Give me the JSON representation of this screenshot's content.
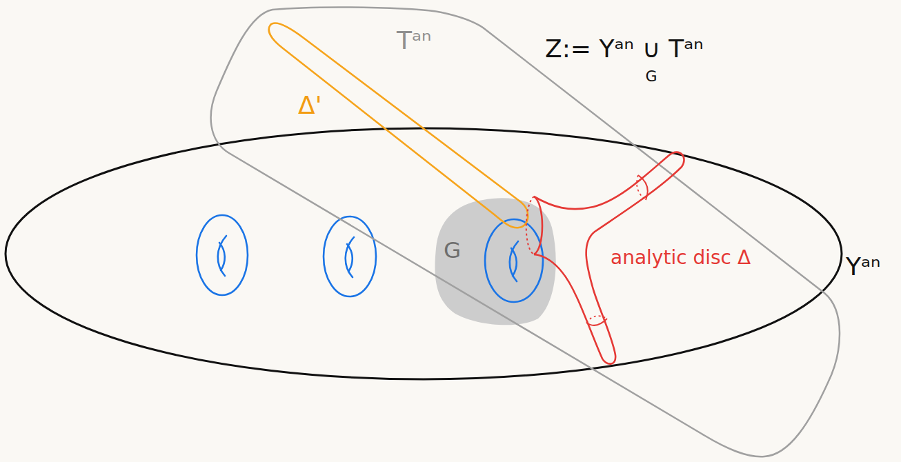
{
  "diagram": {
    "nodes": [
      {
        "text": [
          "Yᵃⁿ"
        ]
      },
      {
        "text": [
          "G"
        ],
        "in": 0
      },
      {
        "text": [
          "Tᵃⁿ"
        ]
      },
      {
        "text": [
          "Δ'"
        ],
        "in": 2
      },
      {
        "text": [
          "analytic disc Δ"
        ]
      }
    ],
    "labels": [
      "Z:= Yᵃⁿ",
      "∪",
      "G",
      "Tᵃⁿ"
    ]
  }
}
